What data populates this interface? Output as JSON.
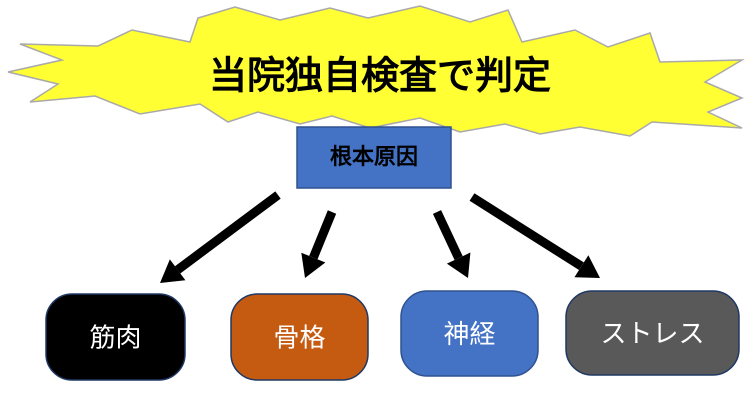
{
  "banner": {
    "text": "当院独自検査で判定",
    "fill": "#FFFF33",
    "stroke": "#A9A9A9",
    "text_color": "#000000"
  },
  "root": {
    "text": "根本原因",
    "fill": "#4472C4",
    "stroke": "#2F528F",
    "text_color": "#000000"
  },
  "arrow_color": "#000000",
  "causes": [
    {
      "label": "筋肉",
      "fill": "#000000",
      "stroke": "#1F3864",
      "text_color": "#FFFFFF"
    },
    {
      "label": "骨格",
      "fill": "#C55A11",
      "stroke": "#1F3864",
      "text_color": "#FFFFFF"
    },
    {
      "label": "神経",
      "fill": "#4472C4",
      "stroke": "#2F528F",
      "text_color": "#FFFFFF"
    },
    {
      "label": "ストレス",
      "fill": "#595959",
      "stroke": "#1F3864",
      "text_color": "#FFFFFF"
    }
  ]
}
